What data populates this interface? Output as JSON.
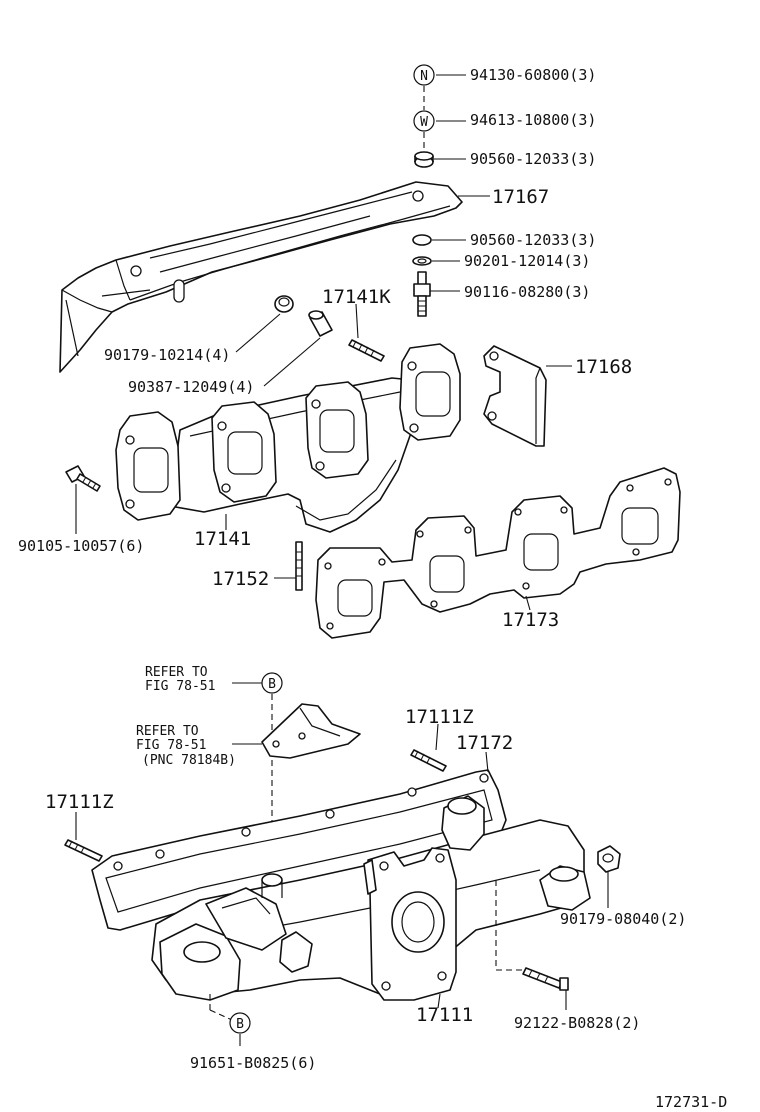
{
  "labels": {
    "nut_94130": "94130-60800(3)",
    "washer_94613": "94613-10800(3)",
    "collar_90560_top": "90560-12033(3)",
    "cover_17167": "17167",
    "collar_90560_mid": "90560-12033(3)",
    "washer_90201": "90201-12014(3)",
    "stud_90116": "90116-08280(3)",
    "stud_17141K": "17141K",
    "bush_90179": "90179-10214(4)",
    "collar_90387": "90387-12049(4)",
    "insulator_17168": "17168",
    "bolt_90105": "90105-10057(6)",
    "manifold_17141": "17141",
    "stud_17152": "17152",
    "gasket_17173": "17173",
    "refer_top_1": "REFER TO",
    "refer_top_2": "FIG 78-51",
    "refer_mid_1": "REFER TO",
    "refer_mid_2": "FIG 78-51",
    "refer_mid_3": "(PNC 78184B)",
    "stud_17111Z_a": "17111Z",
    "gasket_17172": "17172",
    "stud_17111Z_b": "17111Z",
    "nut_90179": "90179-08040(2)",
    "intake_17111": "17111",
    "stud_92122": "92122-B0828(2)",
    "bolt_91651": "91651-B0825(6)",
    "figure_code": "172731-D"
  },
  "markers": {
    "n": "N",
    "w": "W",
    "b_top": "B",
    "b_bottom": "B"
  }
}
